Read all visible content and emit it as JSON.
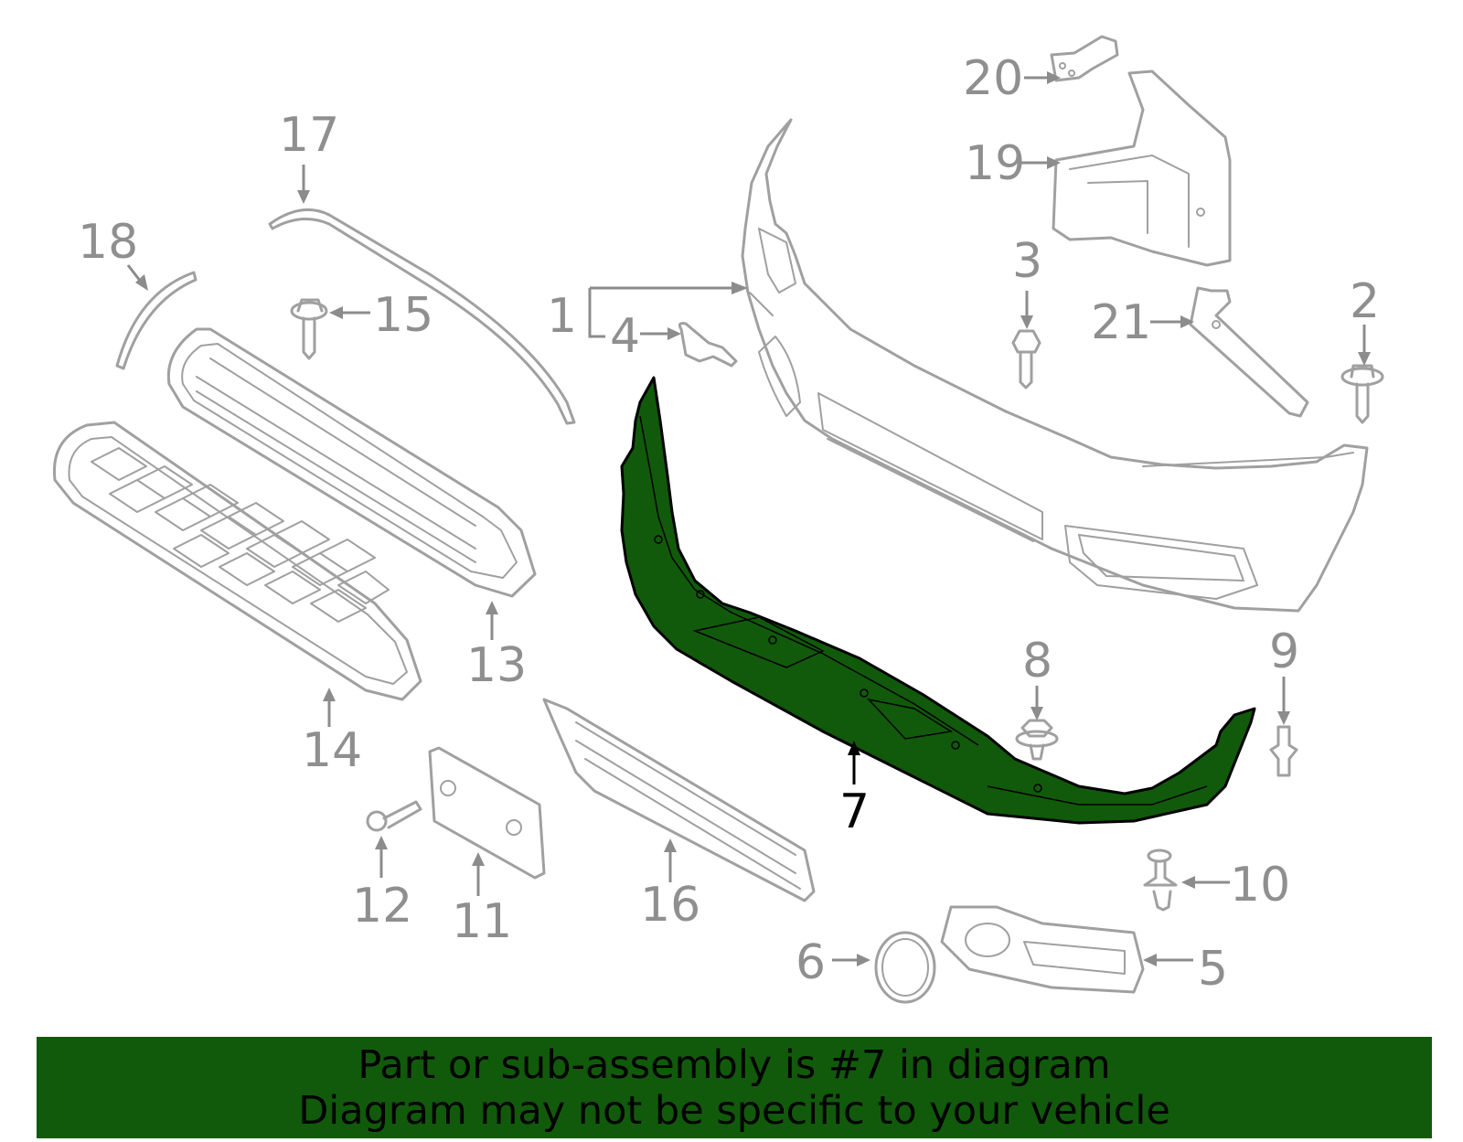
{
  "callouts": {
    "c1": "1",
    "c2": "2",
    "c3": "3",
    "c4": "4",
    "c5": "5",
    "c6": "6",
    "c7": "7",
    "c8": "8",
    "c9": "9",
    "c10": "10",
    "c11": "11",
    "c12": "12",
    "c13": "13",
    "c14": "14",
    "c15": "15",
    "c16": "16",
    "c17": "17",
    "c18": "18",
    "c19": "19",
    "c20": "20",
    "c21": "21"
  },
  "highlight": {
    "part_number": "7",
    "color": "#115a0b"
  },
  "banner": {
    "line1": "Part or sub-assembly is #7 in diagram",
    "line2": "Diagram may not be specific to your vehicle",
    "background": "#115a0b"
  }
}
